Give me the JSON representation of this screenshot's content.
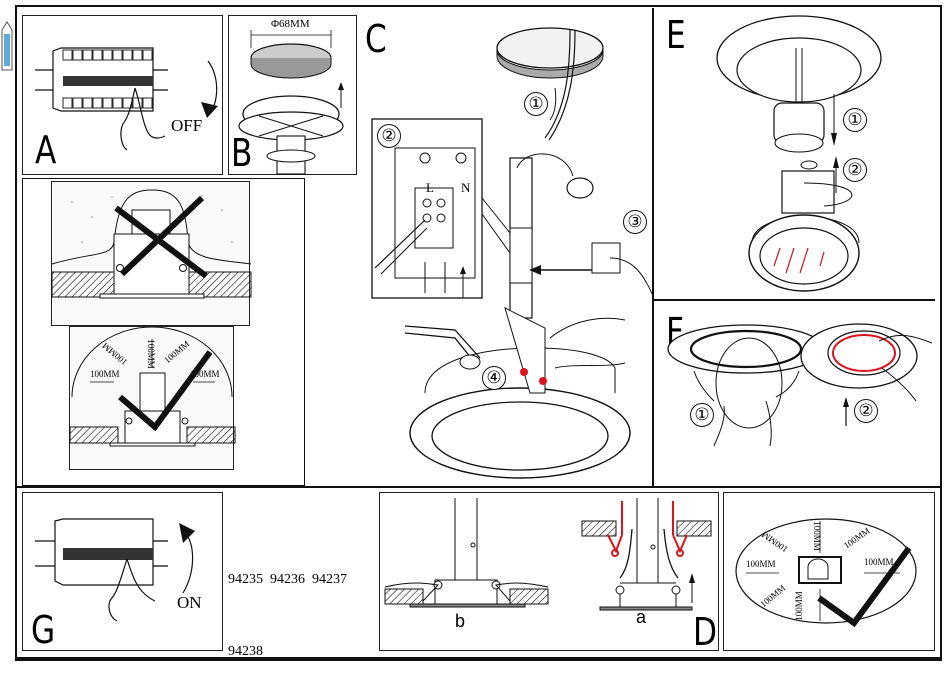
{
  "document": {
    "type": "installation-instructions",
    "product_codes": [
      "94235",
      "94236",
      "94237",
      "94238"
    ],
    "product_codes_line1": "94235  94236  94237",
    "product_codes_line2": "94238"
  },
  "sidebar_tab": {
    "icon": "bookmark-tab-icon",
    "accent_color": "#2a8ccf"
  },
  "panels": {
    "A": {
      "letter": "A",
      "switch_label": "OFF",
      "description": "switch off circuit breaker"
    },
    "B": {
      "letter": "B",
      "dimension_label": "Φ68MM",
      "description": "ceiling cut-out diameter"
    },
    "clearance_check": {
      "wrong_mark": "cross",
      "right_mark": "check",
      "dimension_labels": [
        "100MM",
        "100MM",
        "100MM",
        "100MM",
        "100MM"
      ]
    },
    "C": {
      "letter": "C",
      "steps": [
        "①",
        "②",
        "③",
        "④"
      ],
      "terminal_labels": {
        "live": "L",
        "neutral": "N"
      }
    },
    "D": {
      "letter": "D",
      "sub_labels": {
        "a": "a",
        "b": "b"
      },
      "spring_color": "#d8141c"
    },
    "E": {
      "letter": "E",
      "steps": [
        "①",
        "②"
      ],
      "lens_mark_color": "#c0282d"
    },
    "F": {
      "letter": "F",
      "steps": [
        "①",
        "②"
      ],
      "ring_color": "#d8141c"
    },
    "G": {
      "letter": "G",
      "switch_label": "ON",
      "description": "switch on circuit breaker"
    },
    "clearance_top": {
      "dimension_labels": [
        "100MM",
        "100MM",
        "100MM",
        "100MM",
        "100MM",
        "100MM",
        "100MM"
      ],
      "right_mark": "check"
    }
  }
}
